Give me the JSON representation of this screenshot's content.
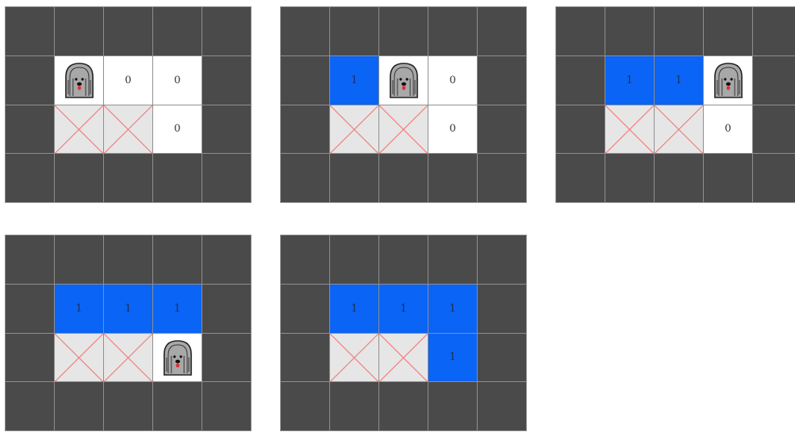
{
  "colors": {
    "wall": "#4a4a4a",
    "empty": "#ffffff",
    "visited": "#0a64f5",
    "blocked": "#e6e6e6",
    "blocked_cross": "#f08080"
  },
  "icons": {
    "agent": "dog-icon",
    "blocked": "x-mark-icon"
  },
  "panels": [
    {
      "grid": [
        [
          "W",
          "W",
          "W",
          "W",
          "W"
        ],
        [
          "W",
          "D",
          "0",
          "0",
          "W"
        ],
        [
          "W",
          "X",
          "X",
          "0",
          "W"
        ],
        [
          "W",
          "W",
          "W",
          "W",
          "W"
        ]
      ]
    },
    {
      "grid": [
        [
          "W",
          "W",
          "W",
          "W",
          "W"
        ],
        [
          "W",
          "1",
          "D",
          "0",
          "W"
        ],
        [
          "W",
          "X",
          "X",
          "0",
          "W"
        ],
        [
          "W",
          "W",
          "W",
          "W",
          "W"
        ]
      ]
    },
    {
      "grid": [
        [
          "W",
          "W",
          "W",
          "W",
          "W"
        ],
        [
          "W",
          "1",
          "1",
          "D",
          "W"
        ],
        [
          "W",
          "X",
          "X",
          "0",
          "W"
        ],
        [
          "W",
          "W",
          "W",
          "W",
          "W"
        ]
      ]
    },
    {
      "grid": [
        [
          "W",
          "W",
          "W",
          "W",
          "W"
        ],
        [
          "W",
          "1",
          "1",
          "1",
          "W"
        ],
        [
          "W",
          "X",
          "X",
          "D",
          "W"
        ],
        [
          "W",
          "W",
          "W",
          "W",
          "W"
        ]
      ]
    },
    {
      "grid": [
        [
          "W",
          "W",
          "W",
          "W",
          "W"
        ],
        [
          "W",
          "1",
          "1",
          "1",
          "W"
        ],
        [
          "W",
          "X",
          "X",
          "1",
          "W"
        ],
        [
          "W",
          "W",
          "W",
          "W",
          "W"
        ]
      ]
    }
  ]
}
